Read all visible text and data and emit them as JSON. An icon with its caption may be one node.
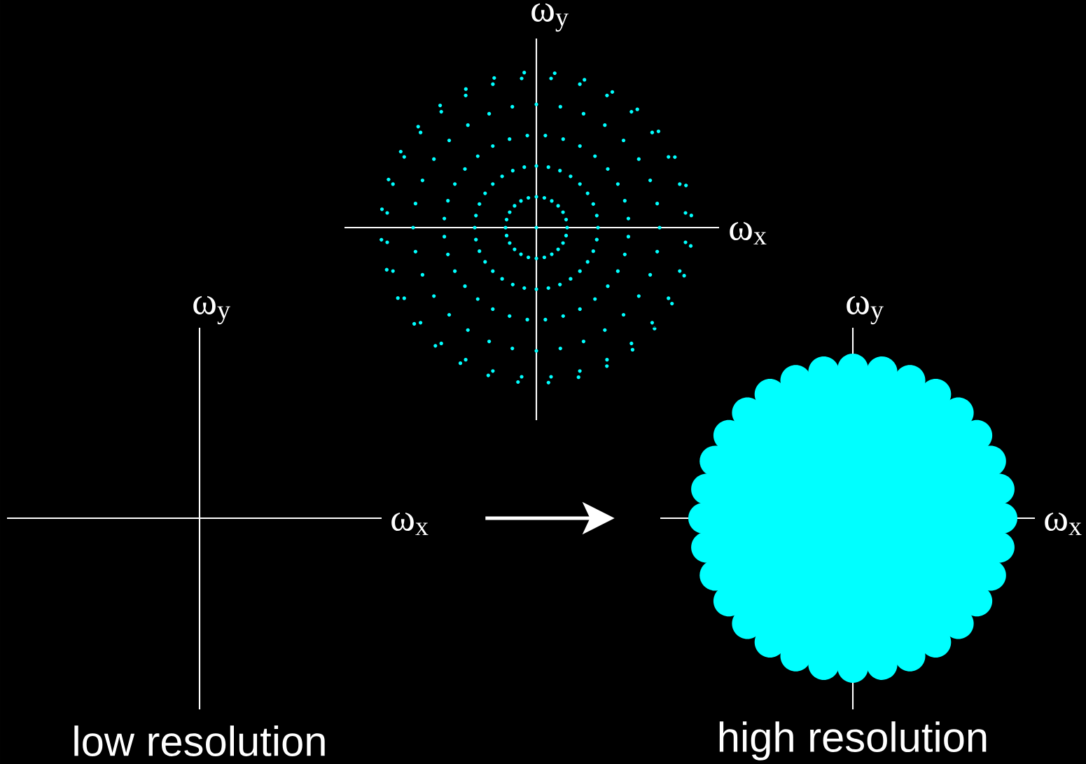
{
  "diagram": {
    "nodes": [
      {
        "text": [
          "ω$_{y}$",
          "ω$_{x}$",
          "low resolution"
        ]
      },
      {
        "text": [
          "ω$_{y}$",
          "ω$_{x}$",
          "high resolution"
        ]
      }
    ],
    "edges": [
      {
        "from": 0,
        "to": 1,
        "arrow": "to"
      }
    ],
    "labels": [
      "ω$_{y}$",
      "ω$_{x}$"
    ]
  }
}
